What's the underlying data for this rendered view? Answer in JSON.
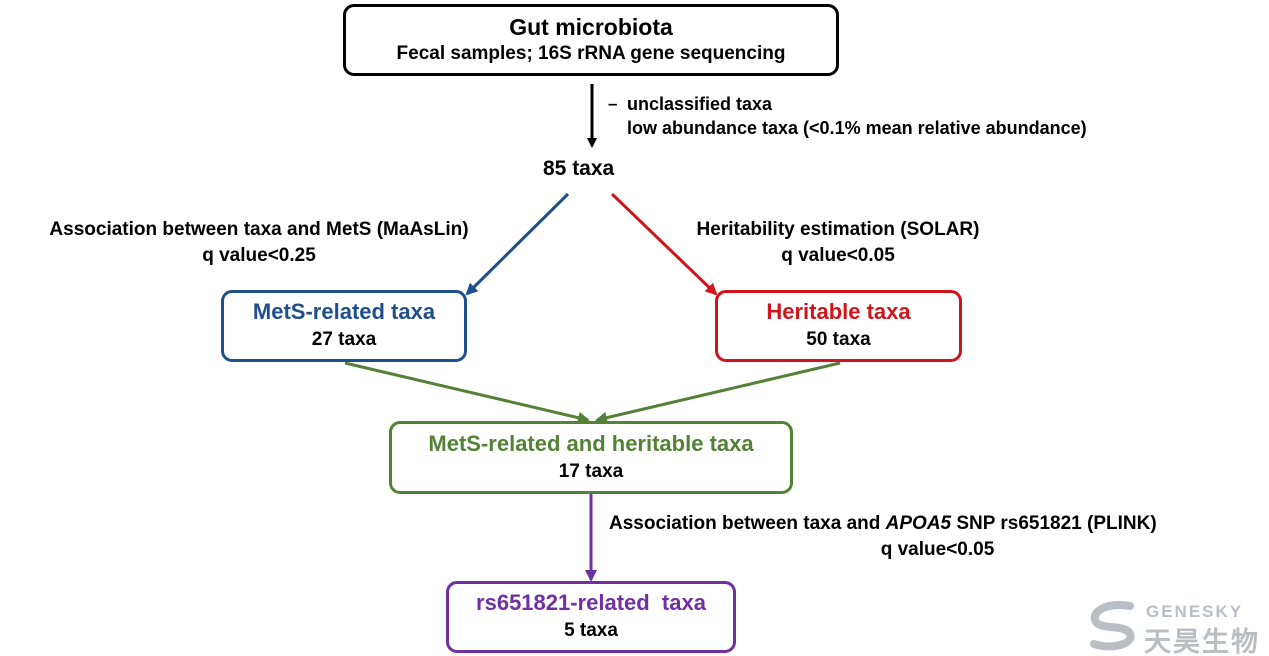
{
  "colors": {
    "black": "#000000",
    "blue": "#1f4e8c",
    "red": "#d0141b",
    "green": "#538135",
    "purple": "#7030a0",
    "logo_gray": "#b9bec4"
  },
  "top_box": {
    "title": "Gut microbiota",
    "subtitle": "Fecal samples; 16S rRNA gene sequencing"
  },
  "filter_step": {
    "minus": "–",
    "line1": "unclassified taxa",
    "line2": "low abundance taxa (<0.1% mean relative abundance)"
  },
  "taxa_count": "85 taxa",
  "left_branch": {
    "method": "Association between taxa and MetS (MaAsLin)",
    "threshold": "q value<0.25"
  },
  "right_branch": {
    "method": "Heritability  estimation (SOLAR)",
    "threshold": "q value<0.05"
  },
  "mets_box": {
    "title": "MetS-related taxa",
    "count": "27 taxa"
  },
  "heritable_box": {
    "title": "Heritable taxa",
    "count": "50 taxa"
  },
  "combined_box": {
    "title": "MetS-related and heritable taxa",
    "count": "17 taxa"
  },
  "snp_step": {
    "prefix": "Association between taxa and ",
    "gene": "APOA5",
    "suffix": " SNP rs651821 (PLINK)",
    "threshold": "q value<0.05"
  },
  "rs_box": {
    "title": "rs651821-related  taxa",
    "count": "5 taxa"
  },
  "logo": {
    "latin": "GENESKY",
    "chinese": "天昊生物",
    "icon": "swirl-s-icon"
  }
}
